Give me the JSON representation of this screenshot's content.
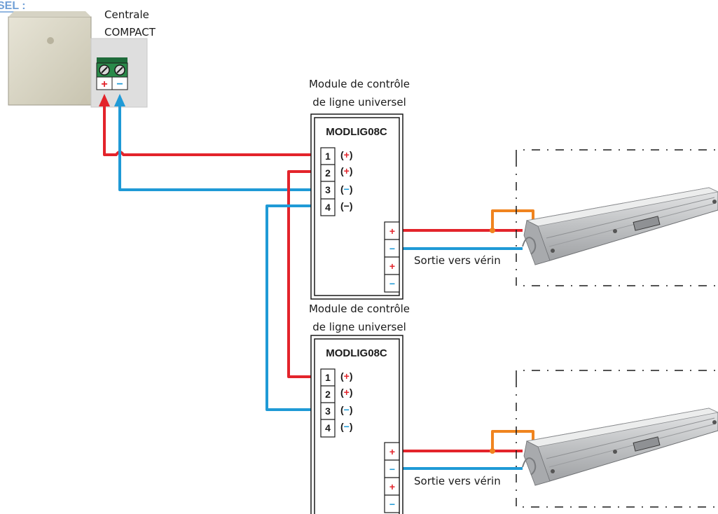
{
  "header": {
    "title_fragment": "SEL :"
  },
  "centrale": {
    "line1": "Centrale",
    "line2": "COMPACT",
    "plus": "+",
    "minus": "−"
  },
  "modules": [
    {
      "caption_line1": "Module de contrôle",
      "caption_line2": "de ligne universel",
      "name": "MODLIG08C",
      "terminals": [
        {
          "num": "1",
          "polarity": "+"
        },
        {
          "num": "2",
          "polarity": "+"
        },
        {
          "num": "3",
          "polarity": "−"
        },
        {
          "num": "4",
          "polarity": "−"
        }
      ],
      "outputs": [
        "+",
        "−",
        "+",
        "−"
      ],
      "output_label": "Sortie vers vérin"
    },
    {
      "caption_line1": "Module de contrôle",
      "caption_line2": "de ligne universel",
      "name": "MODLIG08C",
      "terminals": [
        {
          "num": "1",
          "polarity": "+"
        },
        {
          "num": "2",
          "polarity": "+"
        },
        {
          "num": "3",
          "polarity": "−"
        },
        {
          "num": "4",
          "polarity": "−"
        }
      ],
      "outputs": [
        "+",
        "−",
        "+",
        "−"
      ],
      "output_label": "Sortie vers vérin"
    }
  ],
  "colors": {
    "positive_wire": "#e3242b",
    "negative_wire": "#1f9ad6",
    "bridge": "#f0841f",
    "header_link": "#6f9fd6",
    "actuator_body": "#c4c6c8"
  },
  "icons": [
    "terminal-block-icon",
    "actuator-icon",
    "power-box-icon"
  ]
}
